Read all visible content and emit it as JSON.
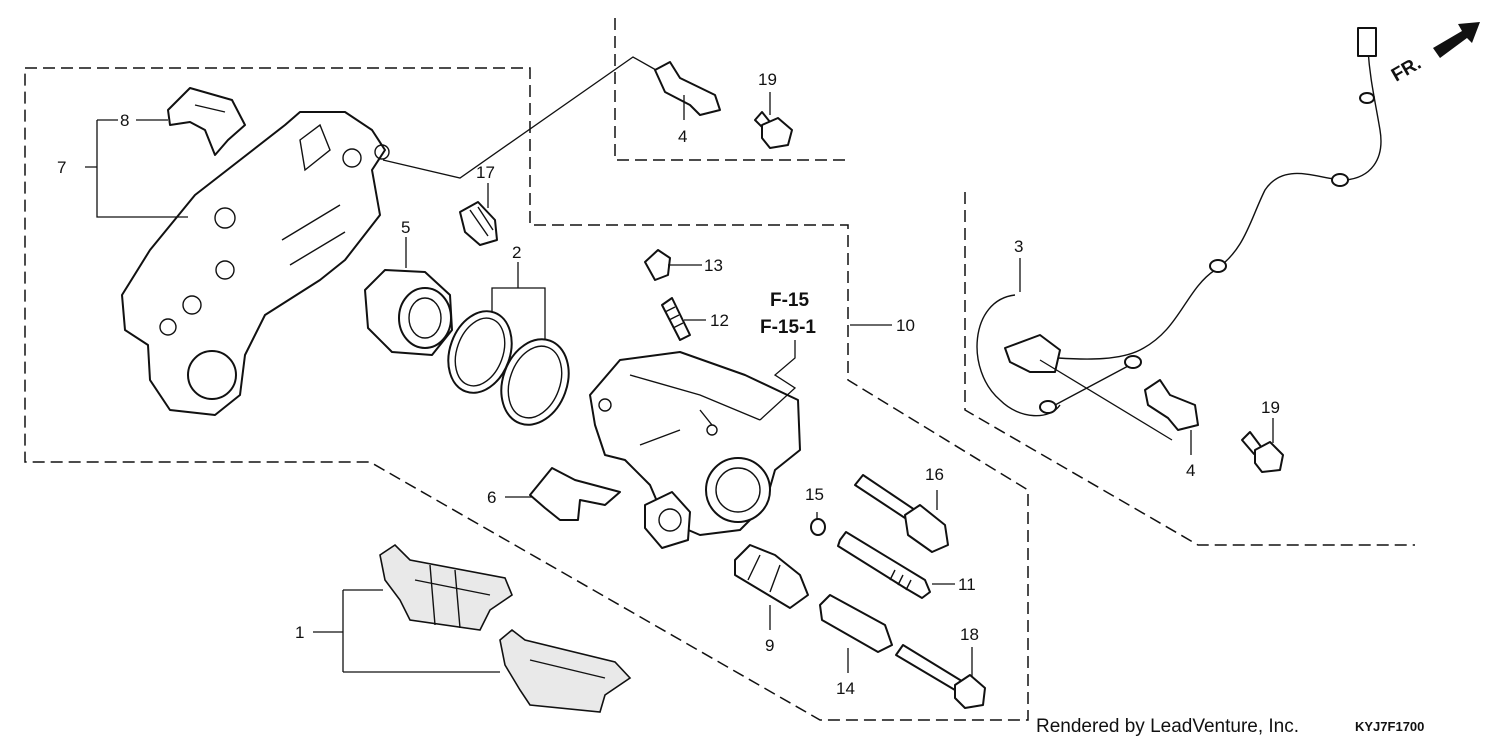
{
  "diagram": {
    "fr_arrow": {
      "label": "FR.",
      "color": "#111111"
    },
    "callouts": [
      {
        "id": "c1",
        "text": "1"
      },
      {
        "id": "c2",
        "text": "2"
      },
      {
        "id": "c3",
        "text": "3"
      },
      {
        "id": "c4a",
        "text": "4"
      },
      {
        "id": "c4b",
        "text": "4"
      },
      {
        "id": "c5",
        "text": "5"
      },
      {
        "id": "c6",
        "text": "6"
      },
      {
        "id": "c7",
        "text": "7"
      },
      {
        "id": "c8",
        "text": "8"
      },
      {
        "id": "c9",
        "text": "9"
      },
      {
        "id": "c10",
        "text": "10"
      },
      {
        "id": "c11",
        "text": "11"
      },
      {
        "id": "c12",
        "text": "12"
      },
      {
        "id": "c13",
        "text": "13"
      },
      {
        "id": "c14",
        "text": "14"
      },
      {
        "id": "c15",
        "text": "15"
      },
      {
        "id": "c16",
        "text": "16"
      },
      {
        "id": "c17",
        "text": "17"
      },
      {
        "id": "c18",
        "text": "18"
      },
      {
        "id": "c19a",
        "text": "19"
      },
      {
        "id": "c19b",
        "text": "19"
      }
    ],
    "section_refs": [
      "F-15",
      "F-15-1"
    ],
    "credit": "Rendered by LeadVenture, Inc.",
    "diagram_code": "KYJ7F1700"
  }
}
